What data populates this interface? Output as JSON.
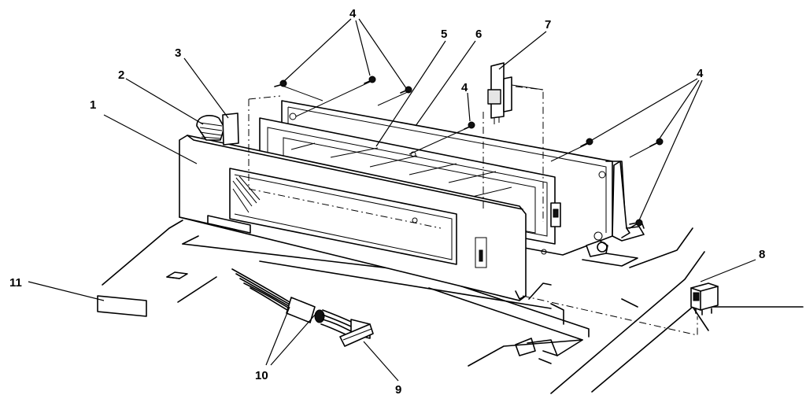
{
  "callouts": [
    {
      "id": "c1",
      "label": "1"
    },
    {
      "id": "c2",
      "label": "2"
    },
    {
      "id": "c3",
      "label": "3"
    },
    {
      "id": "c4a",
      "label": "4"
    },
    {
      "id": "c4b",
      "label": "4"
    },
    {
      "id": "c4c",
      "label": "4"
    },
    {
      "id": "c5",
      "label": "5"
    },
    {
      "id": "c6",
      "label": "6"
    },
    {
      "id": "c7",
      "label": "7"
    },
    {
      "id": "c8",
      "label": "8"
    },
    {
      "id": "c9",
      "label": "9"
    },
    {
      "id": "c10",
      "label": "10"
    },
    {
      "id": "c11",
      "label": "11"
    }
  ]
}
